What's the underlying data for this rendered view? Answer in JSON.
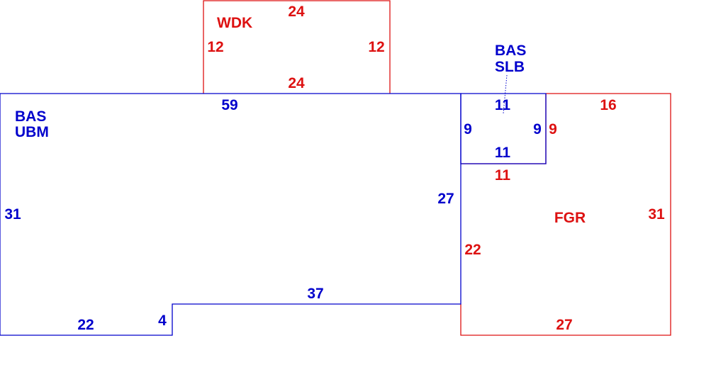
{
  "colors": {
    "blue": "#0000cc",
    "red": "#dd1111"
  },
  "areas": {
    "wdk": {
      "code": "WDK",
      "dims": {
        "top": "24",
        "left": "12",
        "right": "12",
        "bottom": "24"
      }
    },
    "bas_ubm": {
      "code_line1": "BAS",
      "code_line2": "UBM",
      "dims": {
        "top": "59",
        "left": "31",
        "right": "27",
        "step_bottom": "37",
        "step_side": "4",
        "bottom": "22"
      }
    },
    "bas_slb": {
      "code_line1": "BAS",
      "code_line2": "SLB",
      "dims": {
        "top": "11",
        "left": "9",
        "right": "9",
        "bottom": "11"
      }
    },
    "fgr": {
      "code": "FGR",
      "dims": {
        "top": "16",
        "notch_side": "9",
        "notch_bottom": "11",
        "right": "31",
        "left": "22",
        "bottom": "27"
      }
    }
  }
}
